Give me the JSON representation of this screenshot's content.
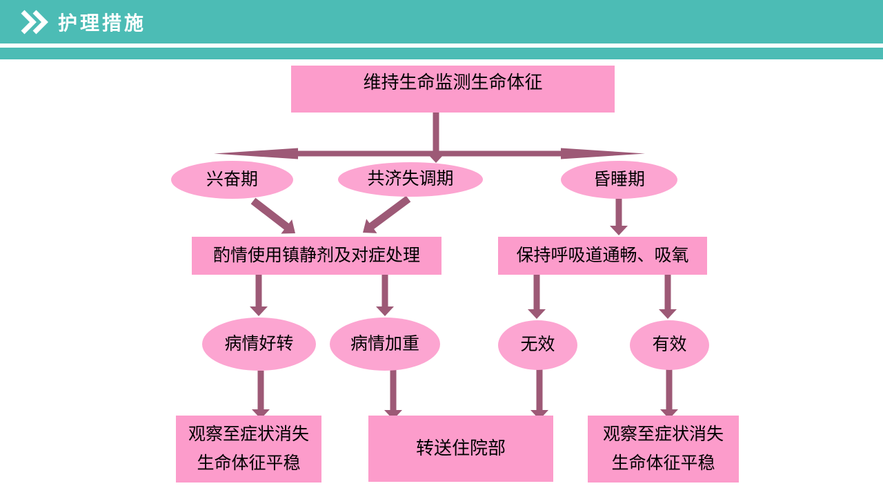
{
  "header": {
    "title": "护理措施",
    "icon": "double-chevron-icon"
  },
  "colors": {
    "header_teal": "#4CBCB5",
    "box_pink": "#FC9CCB",
    "ellipse_pink": "#FCA5D1",
    "arrow_mauve": "#9D5976",
    "text": "#000000",
    "title_text": "#FFFFFF"
  },
  "flowchart": {
    "nodes": {
      "top_box": "维持生命监测生命体征",
      "stage_excitement": "兴奋期",
      "stage_ataxia": "共济失调期",
      "stage_lethargy": "昏睡期",
      "action_sedative": "酌情使用镇静剂及对症处理",
      "action_airway": "保持呼吸道通畅、吸氧",
      "outcome_improve": "病情好转",
      "outcome_worsen": "病情加重",
      "outcome_ineffective": "无效",
      "outcome_effective": "有效",
      "result_observe_left": {
        "line1": "观察至症状消失",
        "line2": "生命体征平稳"
      },
      "result_transfer": "转送住院部",
      "result_observe_right": {
        "line1": "观察至症状消失",
        "line2": "生命体征平稳"
      }
    }
  }
}
